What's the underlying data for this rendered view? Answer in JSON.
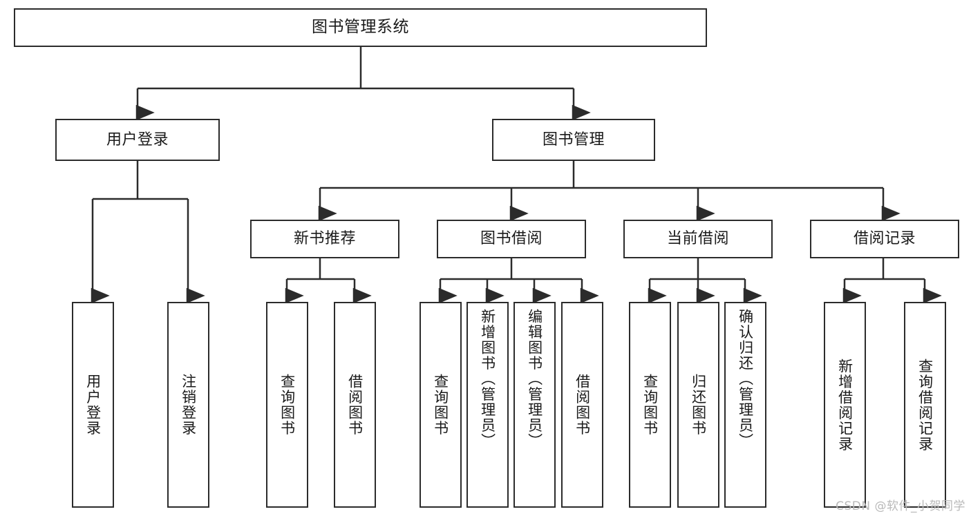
{
  "diagram": {
    "type": "tree-hierarchy",
    "title": "图书管理系统",
    "watermark": "CSDN @软件_小贺同学",
    "colors": {
      "box_border": "#2b2b2b",
      "box_fill": "#ffffff",
      "connector": "#2b2b2b",
      "text": "#1a1a1a",
      "watermark": "#b9b9b9",
      "background": "#ffffff"
    },
    "levels": {
      "root": {
        "label": "图书管理系统"
      },
      "level1": [
        {
          "id": "user-login",
          "label": "用户登录"
        },
        {
          "id": "book-manage",
          "label": "图书管理"
        }
      ],
      "level2": [
        {
          "id": "new-book-recommend",
          "label": "新书推荐",
          "parent": "book-manage"
        },
        {
          "id": "book-borrow",
          "label": "图书借阅",
          "parent": "book-manage"
        },
        {
          "id": "current-borrow",
          "label": "当前借阅",
          "parent": "book-manage"
        },
        {
          "id": "borrow-record",
          "label": "借阅记录",
          "parent": "book-manage"
        }
      ],
      "leaves": [
        {
          "id": "leaf-user-login",
          "label": "用户登录",
          "parent": "user-login"
        },
        {
          "id": "leaf-user-logout",
          "label": "注销登录",
          "parent": "user-login"
        },
        {
          "id": "leaf-query-book-1",
          "label": "查询图书",
          "parent": "new-book-recommend"
        },
        {
          "id": "leaf-borrow-book-1",
          "label": "借阅图书",
          "parent": "new-book-recommend"
        },
        {
          "id": "leaf-query-book-2",
          "label": "查询图书",
          "parent": "book-borrow"
        },
        {
          "id": "leaf-add-book",
          "label": "新增图书（管理员）",
          "parent": "book-borrow"
        },
        {
          "id": "leaf-edit-book",
          "label": "编辑图书（管理员）",
          "parent": "book-borrow"
        },
        {
          "id": "leaf-borrow-book-2",
          "label": "借阅图书",
          "parent": "book-borrow"
        },
        {
          "id": "leaf-query-book-3",
          "label": "查询图书",
          "parent": "current-borrow"
        },
        {
          "id": "leaf-return-book",
          "label": "归还图书",
          "parent": "current-borrow"
        },
        {
          "id": "leaf-confirm-return",
          "label": "确认归还（管理员）",
          "parent": "current-borrow"
        },
        {
          "id": "leaf-add-record",
          "label": "新增借阅记录",
          "parent": "borrow-record"
        },
        {
          "id": "leaf-query-record",
          "label": "查询借阅记录",
          "parent": "borrow-record"
        }
      ]
    }
  }
}
